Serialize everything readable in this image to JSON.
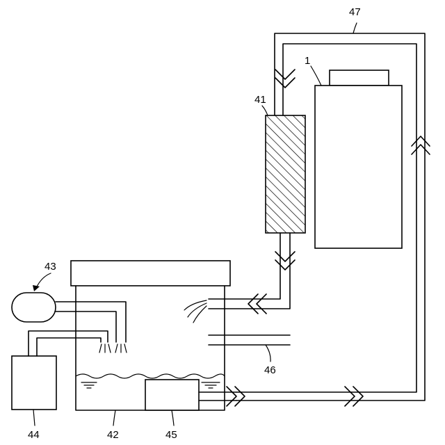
{
  "labels": {
    "unit_1": "1",
    "filter_41": "41",
    "tank_42": "42",
    "blower_43": "43",
    "box_44": "44",
    "pump_45": "45",
    "pipe_46": "46",
    "duct_47": "47"
  }
}
